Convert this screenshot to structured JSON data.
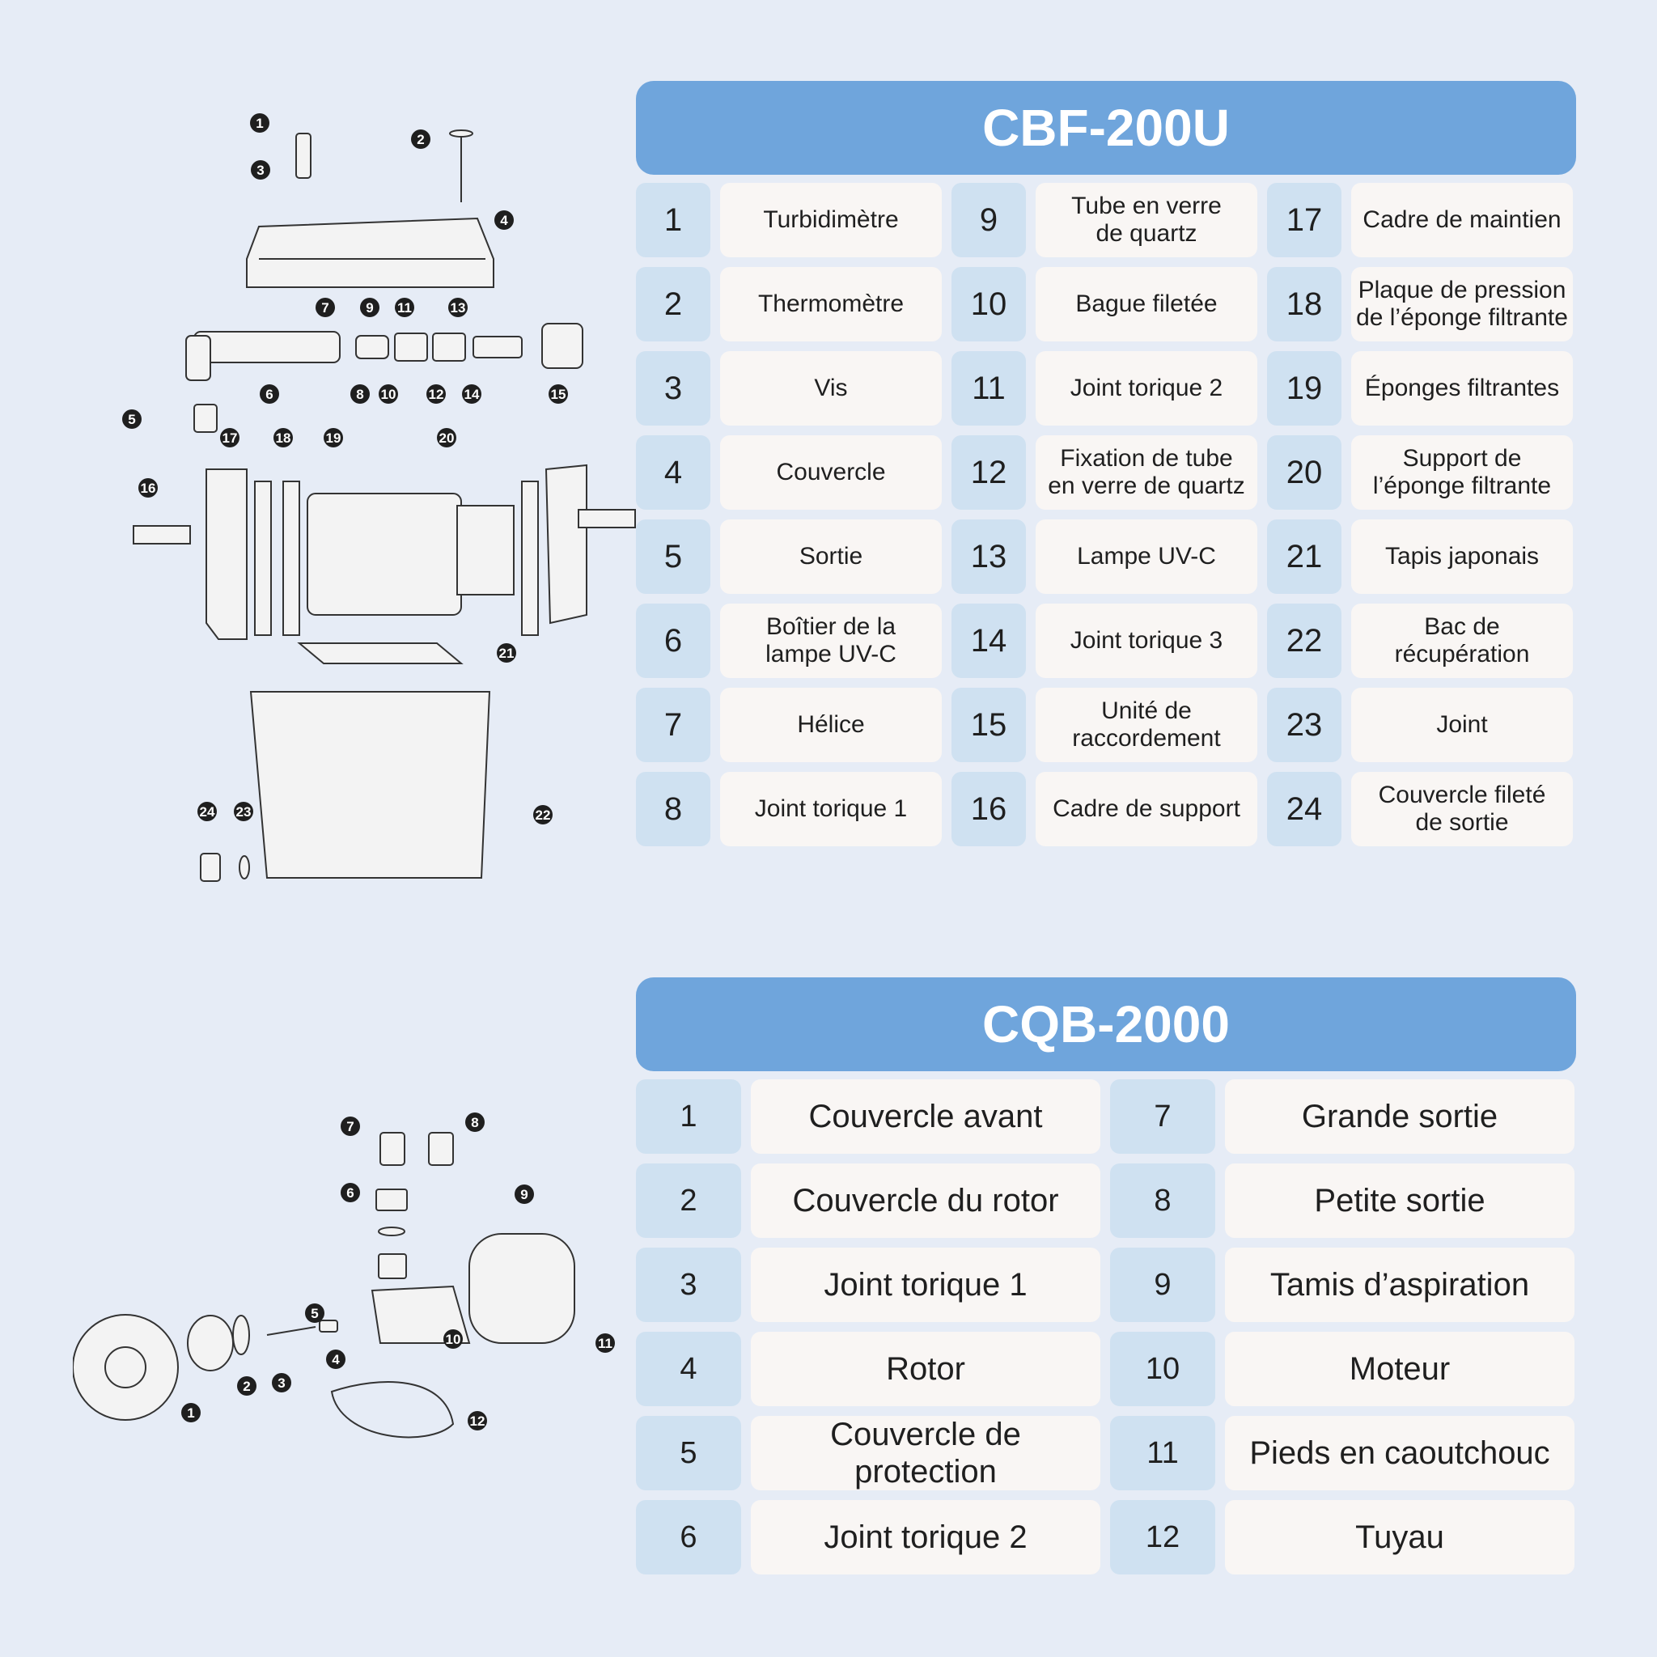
{
  "accent_color": "#6fa5dc",
  "number_cell_color": "#cfe1f1",
  "label_cell_color": "#f9f6f4",
  "filter": {
    "title": "CBF-200U",
    "parts": [
      {
        "num": "1",
        "label": "Turbidimètre"
      },
      {
        "num": "2",
        "label": "Thermomètre"
      },
      {
        "num": "3",
        "label": "Vis"
      },
      {
        "num": "4",
        "label": "Couvercle"
      },
      {
        "num": "5",
        "label": "Sortie"
      },
      {
        "num": "6",
        "label": "Boîtier de la\nlampe UV-C"
      },
      {
        "num": "7",
        "label": "Hélice"
      },
      {
        "num": "8",
        "label": "Joint torique 1"
      },
      {
        "num": "9",
        "label": "Tube en verre\nde quartz"
      },
      {
        "num": "10",
        "label": "Bague filetée"
      },
      {
        "num": "11",
        "label": "Joint torique 2"
      },
      {
        "num": "12",
        "label": "Fixation de tube\nen verre de quartz"
      },
      {
        "num": "13",
        "label": "Lampe UV-C"
      },
      {
        "num": "14",
        "label": "Joint torique 3"
      },
      {
        "num": "15",
        "label": "Unité de\nraccordement"
      },
      {
        "num": "16",
        "label": "Cadre de support"
      },
      {
        "num": "17",
        "label": "Cadre de maintien"
      },
      {
        "num": "18",
        "label": "Plaque de pression\nde l’éponge filtrante"
      },
      {
        "num": "19",
        "label": "Éponges filtrantes"
      },
      {
        "num": "20",
        "label": "Support de\nl’éponge filtrante"
      },
      {
        "num": "21",
        "label": "Tapis japonais"
      },
      {
        "num": "22",
        "label": "Bac de\nrécupération"
      },
      {
        "num": "23",
        "label": "Joint"
      },
      {
        "num": "24",
        "label": "Couvercle fileté\nde sortie"
      }
    ]
  },
  "pump": {
    "title": "CQB-2000",
    "parts": [
      {
        "num": "1",
        "label": "Couvercle avant"
      },
      {
        "num": "2",
        "label": "Couvercle du rotor"
      },
      {
        "num": "3",
        "label": "Joint torique 1"
      },
      {
        "num": "4",
        "label": "Rotor"
      },
      {
        "num": "5",
        "label": "Couvercle de\nprotection"
      },
      {
        "num": "6",
        "label": "Joint torique 2"
      },
      {
        "num": "7",
        "label": "Grande sortie"
      },
      {
        "num": "8",
        "label": "Petite sortie"
      },
      {
        "num": "9",
        "label": "Tamis d’aspiration"
      },
      {
        "num": "10",
        "label": "Moteur"
      },
      {
        "num": "11",
        "label": "Pieds en caoutchouc"
      },
      {
        "num": "12",
        "label": "Tuyau"
      }
    ]
  },
  "filter_diagram_callouts": [
    "1",
    "2",
    "3",
    "4",
    "5",
    "6",
    "7",
    "8",
    "9",
    "10",
    "11",
    "12",
    "13",
    "14",
    "15",
    "16",
    "17",
    "18",
    "19",
    "20",
    "21",
    "22",
    "23",
    "24"
  ],
  "pump_diagram_callouts": [
    "1",
    "2",
    "3",
    "4",
    "5",
    "6",
    "7",
    "8",
    "9",
    "10",
    "11",
    "12"
  ]
}
